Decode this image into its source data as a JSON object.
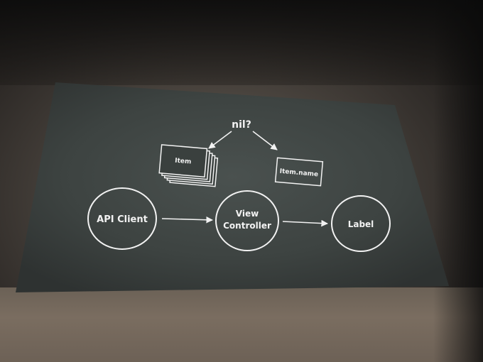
{
  "diagram": {
    "nodes": {
      "api_client": "API Client",
      "view_controller_line1": "View",
      "view_controller_line2": "Controller",
      "label": "Label"
    },
    "question": "nil?",
    "item_stack_label": "Item",
    "item_name_label": "Item.name"
  }
}
